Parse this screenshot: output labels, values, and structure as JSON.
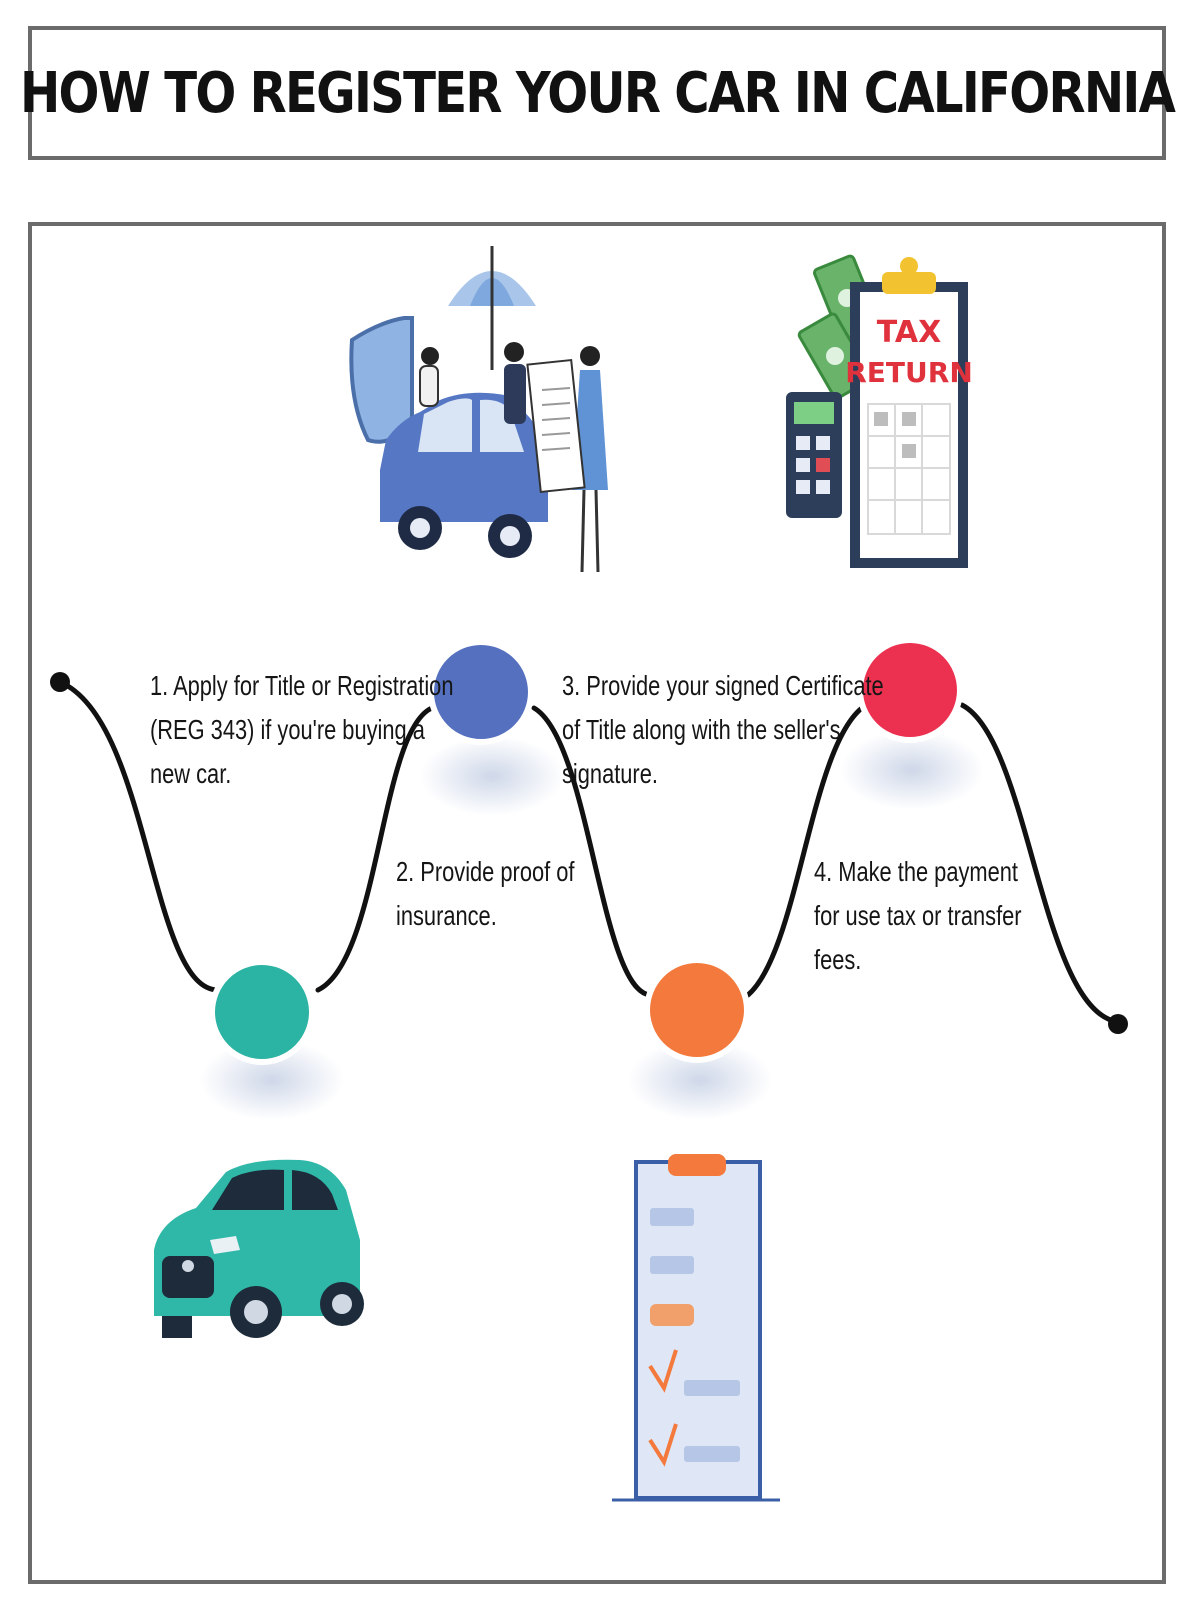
{
  "title": "HOW TO REGISTER YOUR CAR IN CALIFORNIA",
  "steps": [
    {
      "text": "1. Apply for Title or Registration\n(REG 343) if you're buying a\nnew car.",
      "color": "#2bb3a3"
    },
    {
      "text": "2. Provide proof of\ninsurance.",
      "color": "#5470bf"
    },
    {
      "text": "3. Provide your signed Certificate\nof Title along with the seller's\nsignature.",
      "color": "#f37a3c"
    },
    {
      "text": "4. Make the payment\nfor use tax or transfer\nfees.",
      "color": "#ec3150"
    }
  ],
  "tax_illustration": {
    "line1": "TAX",
    "line2": "RETURN"
  },
  "colors": {
    "teal": "#2bb3a3",
    "blue": "#5470bf",
    "orange": "#f37a3c",
    "red": "#ec3150",
    "frame": "#6b6b6b"
  },
  "icons": [
    "car-icon",
    "insurance-illustration-icon",
    "tax-return-icon",
    "checklist-icon"
  ]
}
